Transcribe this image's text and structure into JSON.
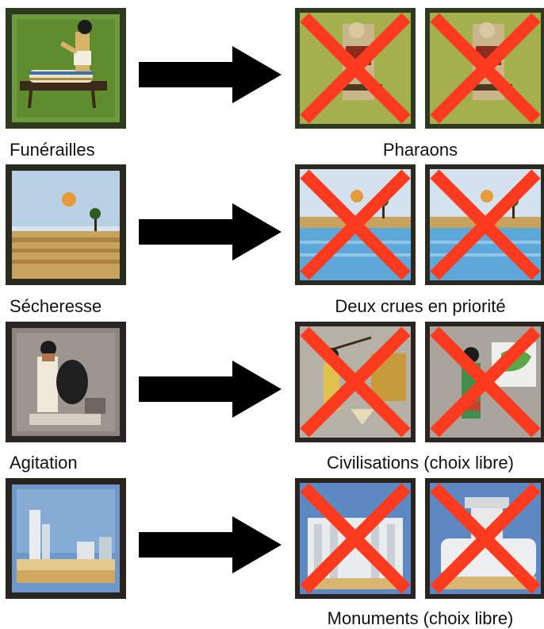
{
  "rows": [
    {
      "event_label": "Funérailles",
      "result_label": "Pharaons",
      "event_icon": "funeral-tile",
      "result_icon": "pharaoh-tile"
    },
    {
      "event_label": "Sécheresse",
      "result_label": "Deux crues en priorité",
      "event_icon": "drought-tile",
      "result_icon": "flood-tile"
    },
    {
      "event_label": "Agitation",
      "result_label": "Civilisations (choix libre)",
      "event_icon": "unrest-tile",
      "result_icon": "civilization-tile"
    },
    {
      "event_label": "",
      "result_label": "Monuments (choix libre)",
      "event_icon": "ruins-tile",
      "result_icon": "monument-tile"
    }
  ],
  "colors": {
    "cross": "#ff3b1f",
    "arrow": "#000000"
  }
}
